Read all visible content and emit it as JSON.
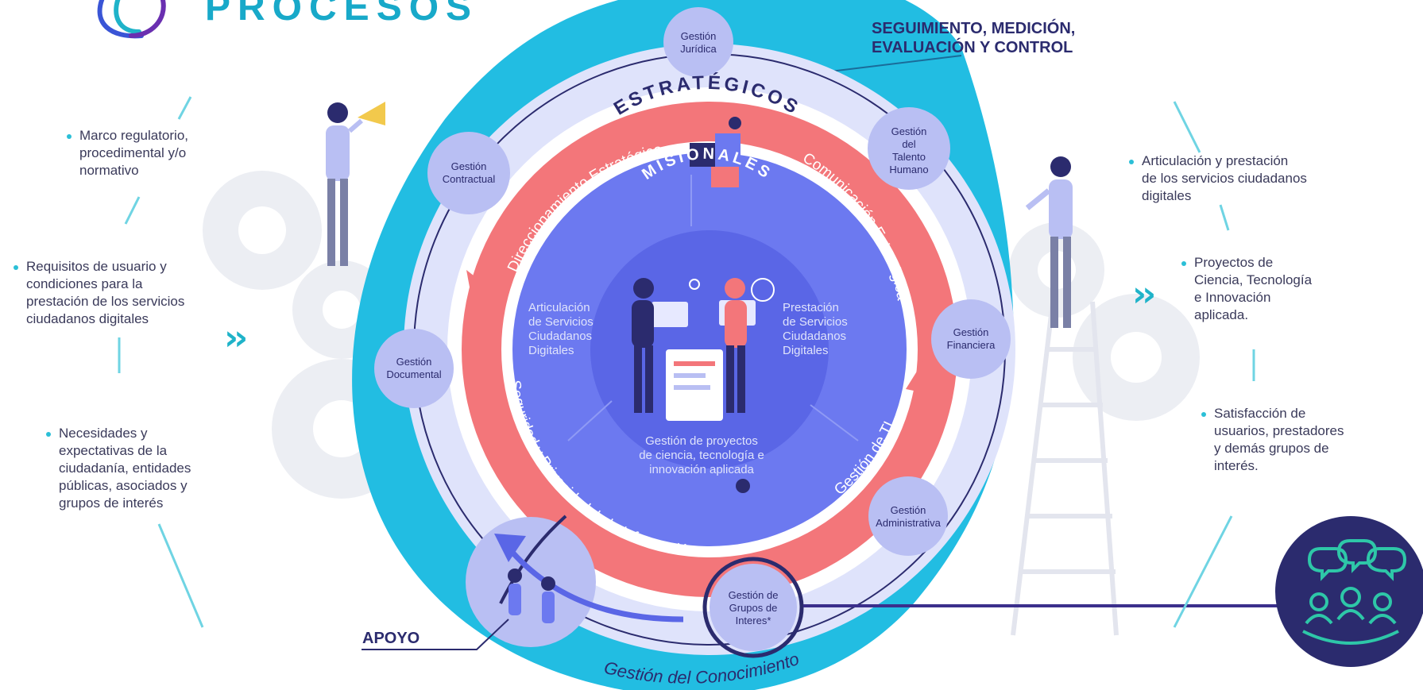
{
  "logo": {
    "word": "PROCESOS",
    "icon": "swirl-logo-icon"
  },
  "headings": {
    "seguimiento": [
      "SEGUIMIENTO, MEDICIÓN,",
      "EVALUACIÓN Y CONTROL"
    ],
    "apoyo": "APOYO"
  },
  "ring_titles": {
    "estrategicos": "ESTRATÉGICOS",
    "misionales": "MISIONALES",
    "conocimiento": "Gestión del Conocimiento"
  },
  "arc_labels": {
    "direccionamiento": "Direccionamiento Estratégico",
    "comunicacion": "Comunicación Estratégica",
    "seguridad": "Seguridad y Privacidad de la Información",
    "ti": "Gestión de TI"
  },
  "nodes": [
    {
      "key": "juridica",
      "lines": [
        "Gestión",
        "Jurídica"
      ]
    },
    {
      "key": "talento",
      "lines": [
        "Gestión",
        "del",
        "Talento",
        "Humano"
      ]
    },
    {
      "key": "financiera",
      "lines": [
        "Gestión",
        "Financiera"
      ]
    },
    {
      "key": "administrativa",
      "lines": [
        "Gestión",
        "Administrativa"
      ]
    },
    {
      "key": "grupos",
      "lines": [
        "Gestión de",
        "Grupos de",
        "Interes*"
      ]
    },
    {
      "key": "documental",
      "lines": [
        "Gestión",
        "Documental"
      ]
    },
    {
      "key": "contractual",
      "lines": [
        "Gestión",
        "Contractual"
      ]
    }
  ],
  "misional_labels": {
    "left": [
      "Articulación",
      "de Servicios",
      "Ciudadanos",
      "Digitales"
    ],
    "right": [
      "Prestación",
      "de Servicios",
      "Ciudadanos",
      "Digitales"
    ],
    "bottom": [
      "Gestión de proyectos",
      "de ciencia, tecnología e",
      "innovación aplicada"
    ]
  },
  "left_bullets": [
    {
      "lines": [
        "Marco regulatorio,",
        "procedimental y/o",
        "normativo"
      ]
    },
    {
      "lines": [
        "Requisitos de usuario y",
        "condiciones para la",
        "prestación de los servicios",
        "ciudadanos digitales"
      ]
    },
    {
      "lines": [
        "Necesidades y",
        "expectativas de la",
        "ciudadanía, entidades",
        "públicas, asociados y",
        "grupos de interés"
      ]
    }
  ],
  "right_bullets": [
    {
      "lines": [
        "Articulación y prestación",
        "de los servicios ciudadanos",
        "digitales"
      ]
    },
    {
      "lines": [
        "Proyectos de",
        "Ciencia, Tecnología",
        "e Innovación",
        "aplicada."
      ]
    },
    {
      "lines": [
        "Satisfacción de",
        "usuarios, prestadores",
        "y demás grupos de",
        "interés."
      ]
    }
  ],
  "colors": {
    "cyan": "#22bde2",
    "navy": "#2b2b6e",
    "coral": "#f3767a",
    "blue": "#6c79f0",
    "lavender": "#b9bff3",
    "pale": "#dfe3fb"
  },
  "icons": [
    "chevrons-right-icon",
    "team-collaboration-icon",
    "gear-icon"
  ]
}
